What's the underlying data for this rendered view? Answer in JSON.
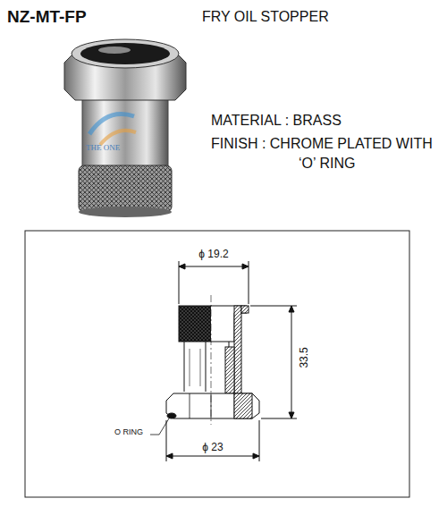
{
  "diagram": {
    "title": "NZ-MT-FP",
    "labels": [
      "FRY OIL STOPPER",
      "MATERIAL : BRASS",
      "FINISH : CHROME PLATED WITH ‘O’ RING",
      "THE ONE",
      "ϕ 19.2",
      "33.5",
      "O RING",
      "ϕ 23"
    ]
  }
}
